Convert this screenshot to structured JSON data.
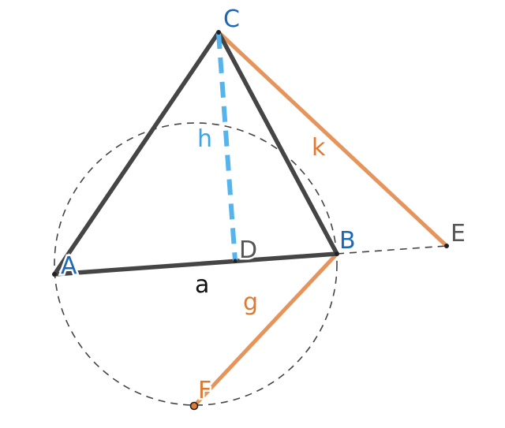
{
  "diagram": {
    "colors": {
      "triangle": "#454545",
      "point_label": "#1c68b4",
      "height": "#55b4ee",
      "construction": "#e5955b",
      "construction_label": "#dc7a34",
      "circle": "#444444",
      "dark_label": "#555555",
      "text": "#111111",
      "point_F_fill": "#e07a36"
    },
    "points": {
      "A": "A",
      "B": "B",
      "C": "C",
      "D": "D",
      "E": "E",
      "F": "F"
    },
    "segments": {
      "a": "a",
      "h": "h",
      "k": "k",
      "g": "g"
    }
  }
}
